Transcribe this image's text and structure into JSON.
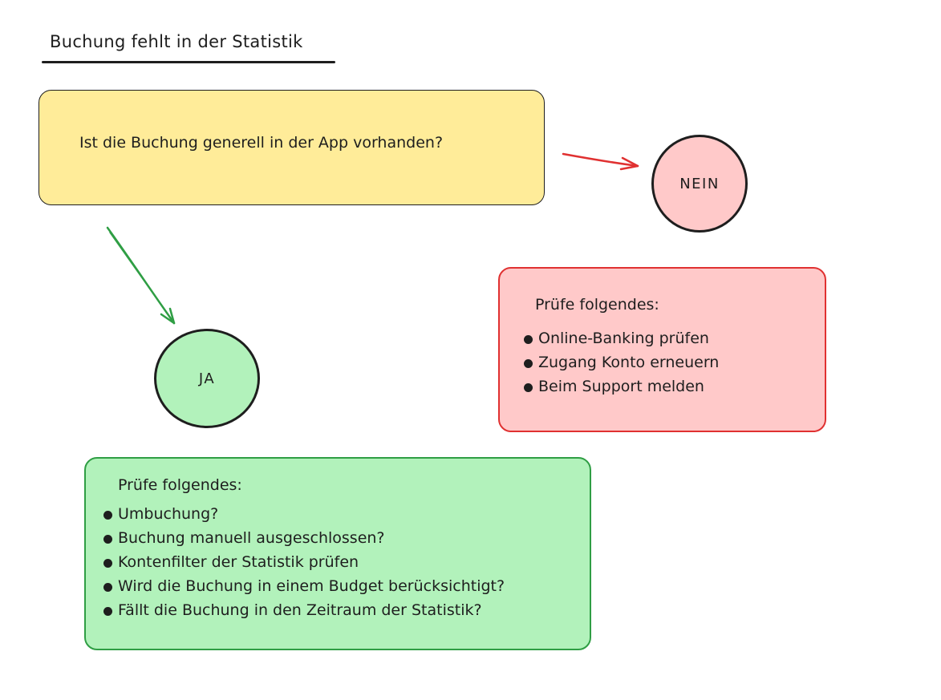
{
  "title": "Buchung fehlt in der Statistik",
  "question": "Ist die Buchung generell in der App vorhanden?",
  "no_node": {
    "label": "NEIN",
    "heading": "Prüfe folgendes:",
    "items": [
      "Online-Banking prüfen",
      "Zugang Konto erneuern",
      "Beim Support melden"
    ]
  },
  "yes_node": {
    "label": "JA",
    "heading": "Prüfe folgendes:",
    "items": [
      "Umbuchung?",
      "Buchung manuell ausgeschlossen?",
      "Kontenfilter der Statistik prüfen",
      "Wird die Buchung in einem Budget berücksichtigt?",
      "Fällt die Buchung in den Zeitraum der Statistik?"
    ]
  },
  "colors": {
    "question_fill": "#ffec99",
    "no_fill": "#ffc9c9",
    "no_stroke": "#e03131",
    "yes_fill": "#b2f2bb",
    "yes_stroke": "#2f9e44",
    "ink": "#1e1e1e"
  }
}
